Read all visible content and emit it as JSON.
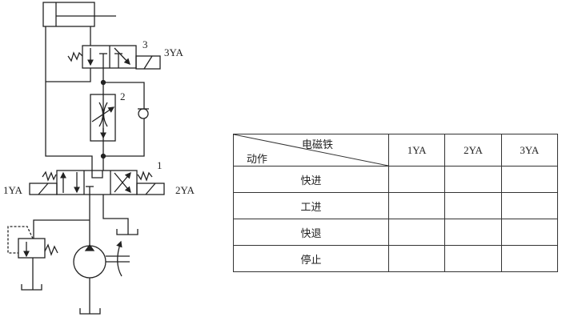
{
  "diagram": {
    "labels": {
      "valve1": "1",
      "valve2": "2",
      "valve3": "3",
      "sol1": "1YA",
      "sol2": "2YA",
      "sol3": "3YA"
    }
  },
  "table": {
    "corner_top": "电磁铁",
    "corner_bottom": "动作",
    "columns": [
      "1YA",
      "2YA",
      "3YA"
    ],
    "rows": [
      {
        "action": "快进",
        "cells": [
          "",
          "",
          ""
        ]
      },
      {
        "action": "工进",
        "cells": [
          "",
          "",
          ""
        ]
      },
      {
        "action": "快退",
        "cells": [
          "",
          "",
          ""
        ]
      },
      {
        "action": "停止",
        "cells": [
          "",
          "",
          ""
        ]
      }
    ]
  }
}
